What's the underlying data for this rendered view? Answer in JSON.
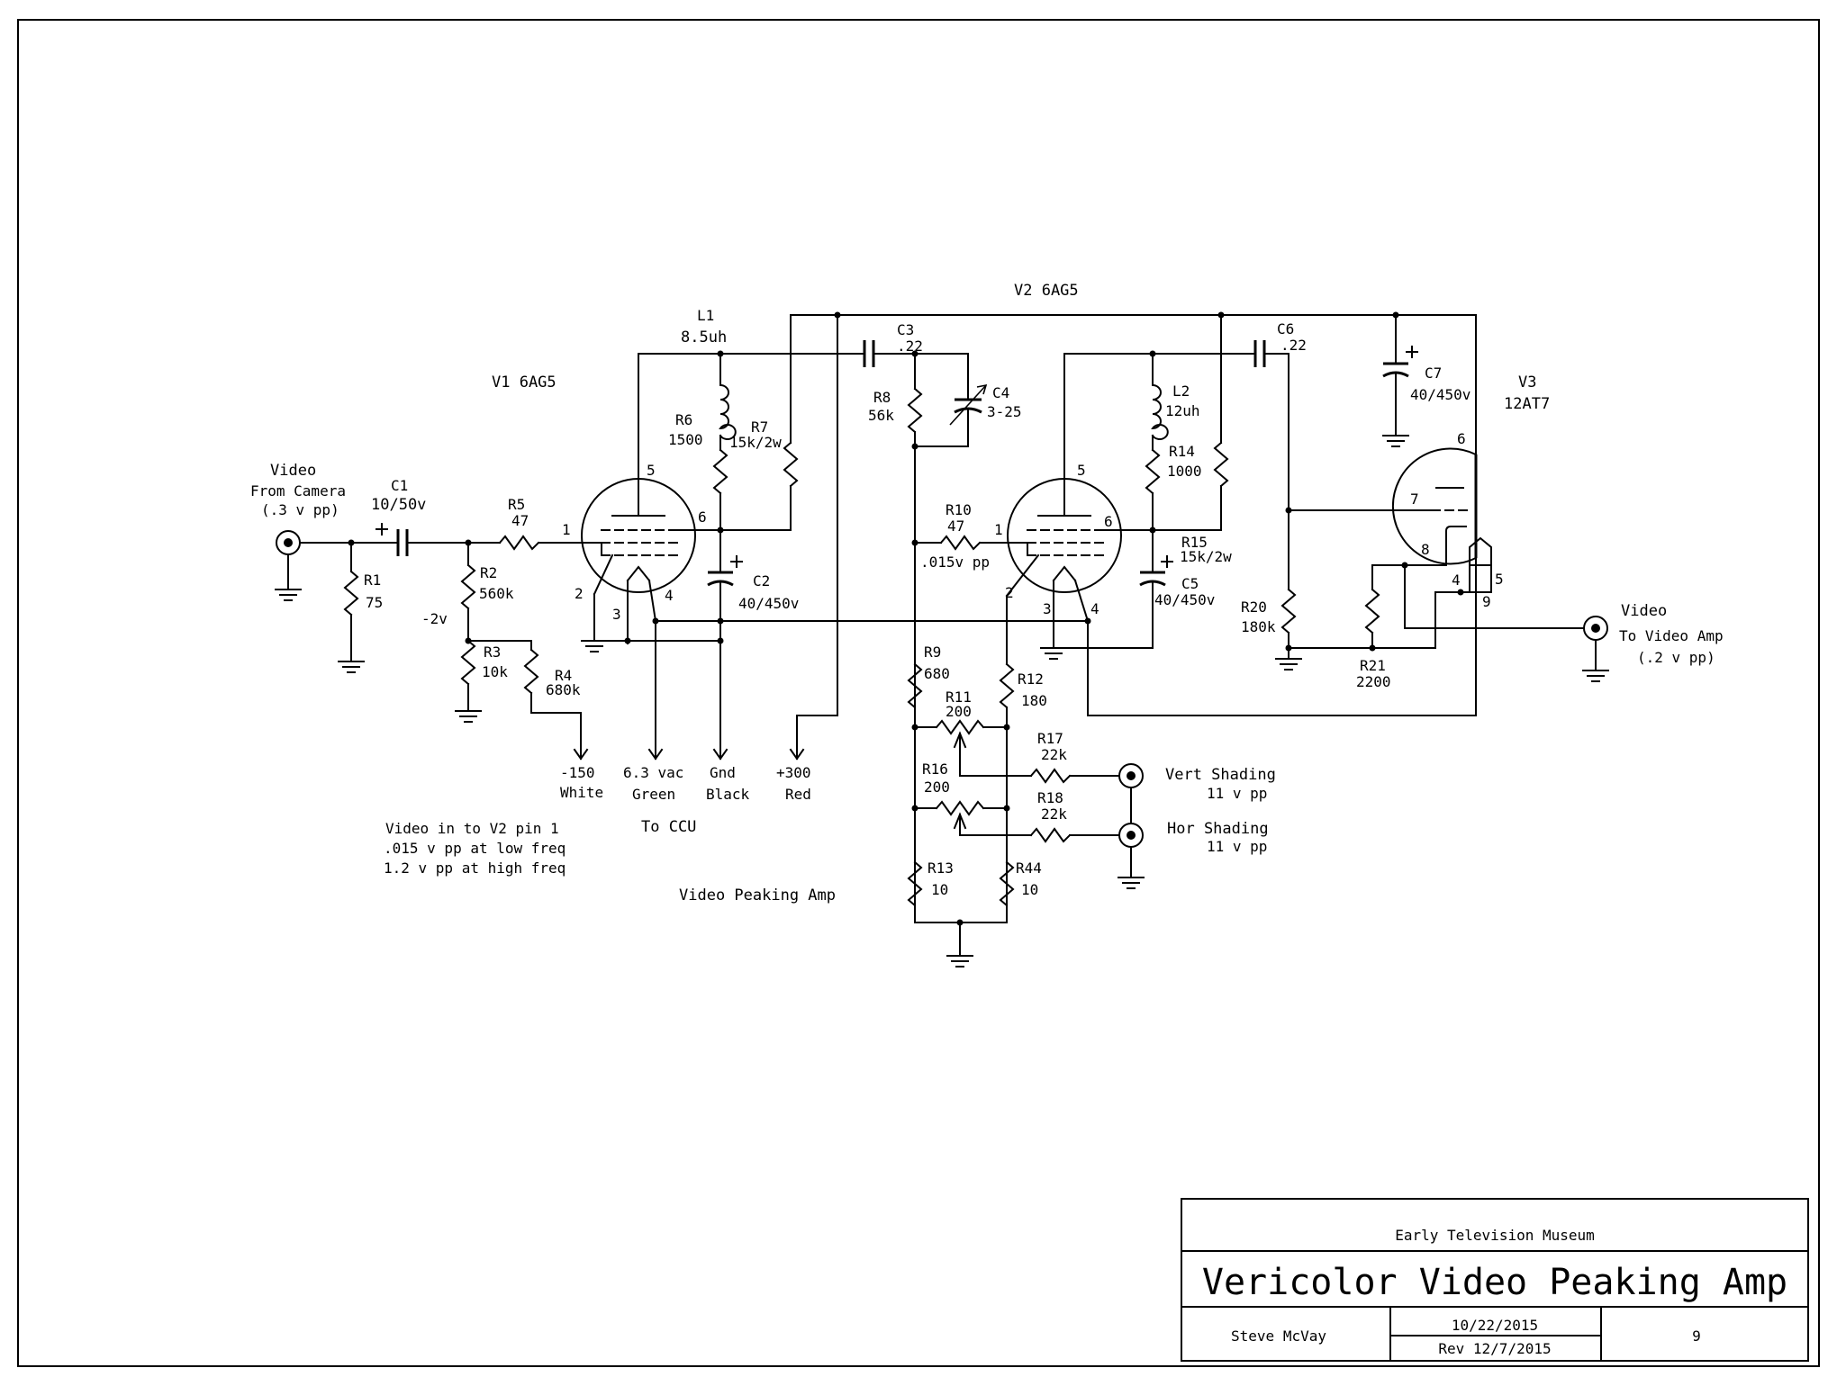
{
  "input": {
    "label1": "Video",
    "label2": "From Camera",
    "label3": "(.3 v pp)"
  },
  "output": {
    "label1": "Video",
    "label2": "To Video Amp",
    "label3": "(.2 v pp)"
  },
  "tubes": {
    "v1": "V1 6AG5",
    "v2": "V2 6AG5",
    "v3": "V3",
    "v3_type": "12AT7"
  },
  "components": {
    "c1": "C1",
    "c1_val": "10/50v",
    "r1": "R1",
    "r1_val": "75",
    "r2": "R2",
    "r2_val": "560k",
    "r3": "R3",
    "r3_val": "10k",
    "r4": "R4",
    "r4_val": "680k",
    "r5": "R5",
    "r5_val": "47",
    "neg2v": "-2v",
    "l1": "L1",
    "l1_val": "8.5uh",
    "r6": "R6",
    "r6_val": "1500",
    "r7": "R7",
    "r7_val": "15k/2w",
    "c2": "C2",
    "c2_val": "40/450v",
    "c3": "C3",
    "c3_val": ".22",
    "c4": "C4",
    "c4_val": "3-25",
    "r8": "R8",
    "r8_val": "56k",
    "r10": "R10",
    "r10_val": "47",
    "r10_note": ".015v pp",
    "l2": "L2",
    "l2_val": "12uh",
    "r14": "R14",
    "r14_val": "1000",
    "r15": "R15",
    "r15_val": "15k/2w",
    "c5": "C5",
    "c5_val": "40/450v",
    "c6": "C6",
    "c6_val": ".22",
    "c7": "C7",
    "c7_val": "40/450v",
    "r9": "R9",
    "r9_val": "680",
    "r11": "R11",
    "r11_val": "200",
    "r12": "R12",
    "r12_val": "180",
    "r13": "R13",
    "r13_val": "10",
    "r16": "R16",
    "r16_val": "200",
    "r17": "R17",
    "r17_val": "22k",
    "r18": "R18",
    "r18_val": "22k",
    "r44": "R44",
    "r44_val": "10",
    "r20": "R20",
    "r20_val": "180k",
    "r21": "R21",
    "r21_val": "2200"
  },
  "pins": {
    "v1": [
      "5",
      "6",
      "1",
      "2",
      "3",
      "4"
    ],
    "v2": [
      "5",
      "6",
      "1",
      "2",
      "3",
      "4"
    ],
    "v3": [
      "6",
      "7",
      "8",
      "4",
      "5",
      "9"
    ]
  },
  "ccu": {
    "minus150": "-150",
    "white": "White",
    "ac63": "6.3 vac",
    "green": "Green",
    "gnd": "Gnd",
    "black": "Black",
    "plus300": "+300",
    "red": "Red",
    "to_ccu": "To CCU"
  },
  "shading": {
    "vert": "Vert Shading",
    "vert_level": "11 v pp",
    "hor": "Hor Shading",
    "hor_level": "11 v pp"
  },
  "notes": {
    "line1": "Video in to V2 pin 1",
    "line2": ".015 v pp at low freq",
    "line3": "1.2 v pp at high freq",
    "caption": "Video Peaking Amp"
  },
  "title_block": {
    "org": "Early Television Museum",
    "title": "Vericolor Video Peaking Amp",
    "author": "Steve McVay",
    "date": "10/22/2015",
    "rev": "Rev 12/7/2015",
    "sheet": "9"
  }
}
